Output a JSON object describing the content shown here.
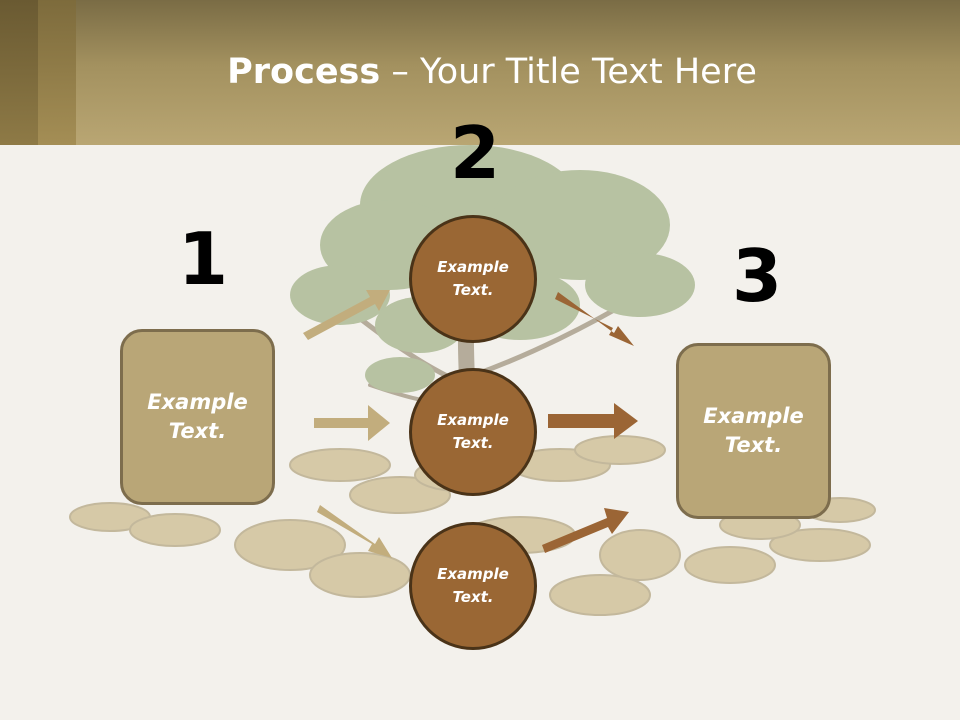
{
  "slide": {
    "title_bold": "Process",
    "title_rest": " – Your Title Text Here"
  },
  "steps": {
    "one": {
      "number": "1",
      "text": "Example\nText."
    },
    "two": {
      "number": "2"
    },
    "three": {
      "number": "3",
      "text": "Example\nText."
    }
  },
  "circles": [
    {
      "text": "Example\nText."
    },
    {
      "text": "Example\nText."
    },
    {
      "text": "Example\nText."
    }
  ],
  "colors": {
    "header": "#b9a673",
    "box_fill": "#b9a677",
    "circle_fill": "#9a6734",
    "arrow_left": "#c2ad7d",
    "arrow_right": "#9b6535"
  }
}
